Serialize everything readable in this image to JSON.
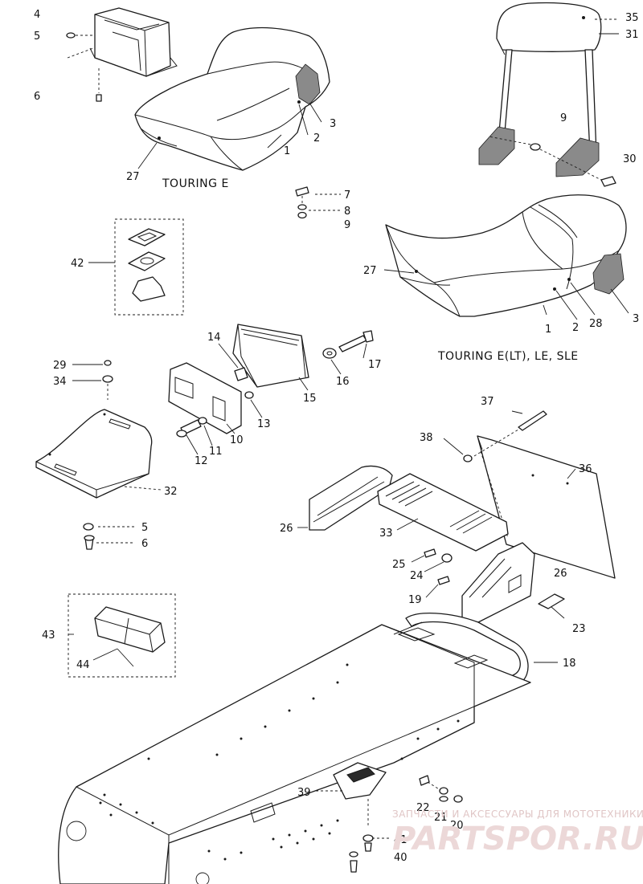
{
  "captions": {
    "touring_e": "TOURING E",
    "touring_variants": "TOURING E(LT), LE, SLE"
  },
  "callouts": {
    "c1a": "1",
    "c1b": "1",
    "c2a": "2",
    "c2b": "2",
    "c3a": "3",
    "c3b": "3",
    "c4": "4",
    "c5a": "5",
    "c5b": "5",
    "c6a": "6",
    "c6b": "6",
    "c7": "7",
    "c8": "8",
    "c9a": "9",
    "c9b": "9",
    "c10": "10",
    "c11": "11",
    "c12": "12",
    "c13": "13",
    "c14": "14",
    "c15": "15",
    "c16": "16",
    "c17": "17",
    "c18": "18",
    "c19": "19",
    "c20": "20",
    "c21": "21",
    "c22": "22",
    "c23": "23",
    "c24": "24",
    "c25": "25",
    "c26a": "26",
    "c26b": "26",
    "c27a": "27",
    "c27b": "27",
    "c28": "28",
    "c29": "29",
    "c30": "30",
    "c31": "31",
    "c32": "32",
    "c33": "33",
    "c34": "34",
    "c35": "35",
    "c36": "36",
    "c37": "37",
    "c38": "38",
    "c39": "39",
    "c40": "40",
    "c41": "41",
    "c42": "42",
    "c43": "43",
    "c44": "44"
  },
  "watermark": {
    "tagline": "ЗАПЧАСТИ И АКСЕССУАРЫ ДЛЯ МОТОТЕХНИКИ",
    "brand": "PARTSPOR.RU"
  }
}
